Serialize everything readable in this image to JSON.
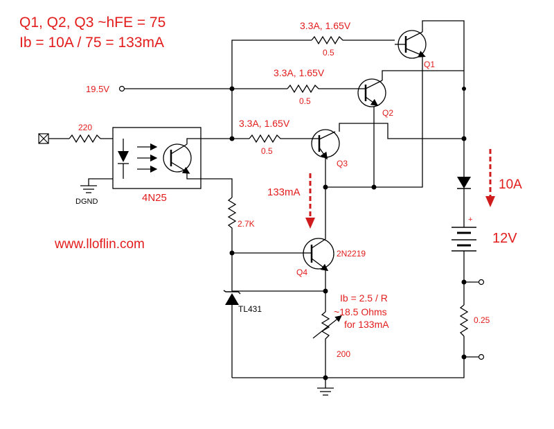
{
  "header": {
    "line1": "Q1, Q2, Q3 ~hFE = 75",
    "line2": "Ib = 10A / 75 = 133mA"
  },
  "website": "www.lloflin.com",
  "supply": {
    "label": "19.5V"
  },
  "resistors": {
    "r1_rating": "3.3A, 1.65V",
    "r1_value": "0.5",
    "r2_rating": "3.3A, 1.65V",
    "r2_value": "0.5",
    "r3_rating": "3.3A, 1.65V",
    "r3_value": "0.5",
    "input_value": "220",
    "bias_value": "2.7K",
    "pot_value": "200",
    "sense_value": "0.25"
  },
  "transistors": {
    "q1": "Q1",
    "q2": "Q2",
    "q3": "Q3",
    "q4": "Q4",
    "q4_part": "2N2219"
  },
  "optocoupler": "4N25",
  "ground_label": "DGND",
  "regulator": "TL431",
  "annotations": {
    "base_current": "133mA",
    "total_current": "10A",
    "battery": "12V",
    "battery_plus": "+",
    "ib_formula": "Ib = 2.5 / R",
    "ib_ohms": "~18.5 Ohms",
    "ib_for": "for 133mA"
  },
  "colors": {
    "annotation": "#e31b1b",
    "wire": "#000000"
  }
}
